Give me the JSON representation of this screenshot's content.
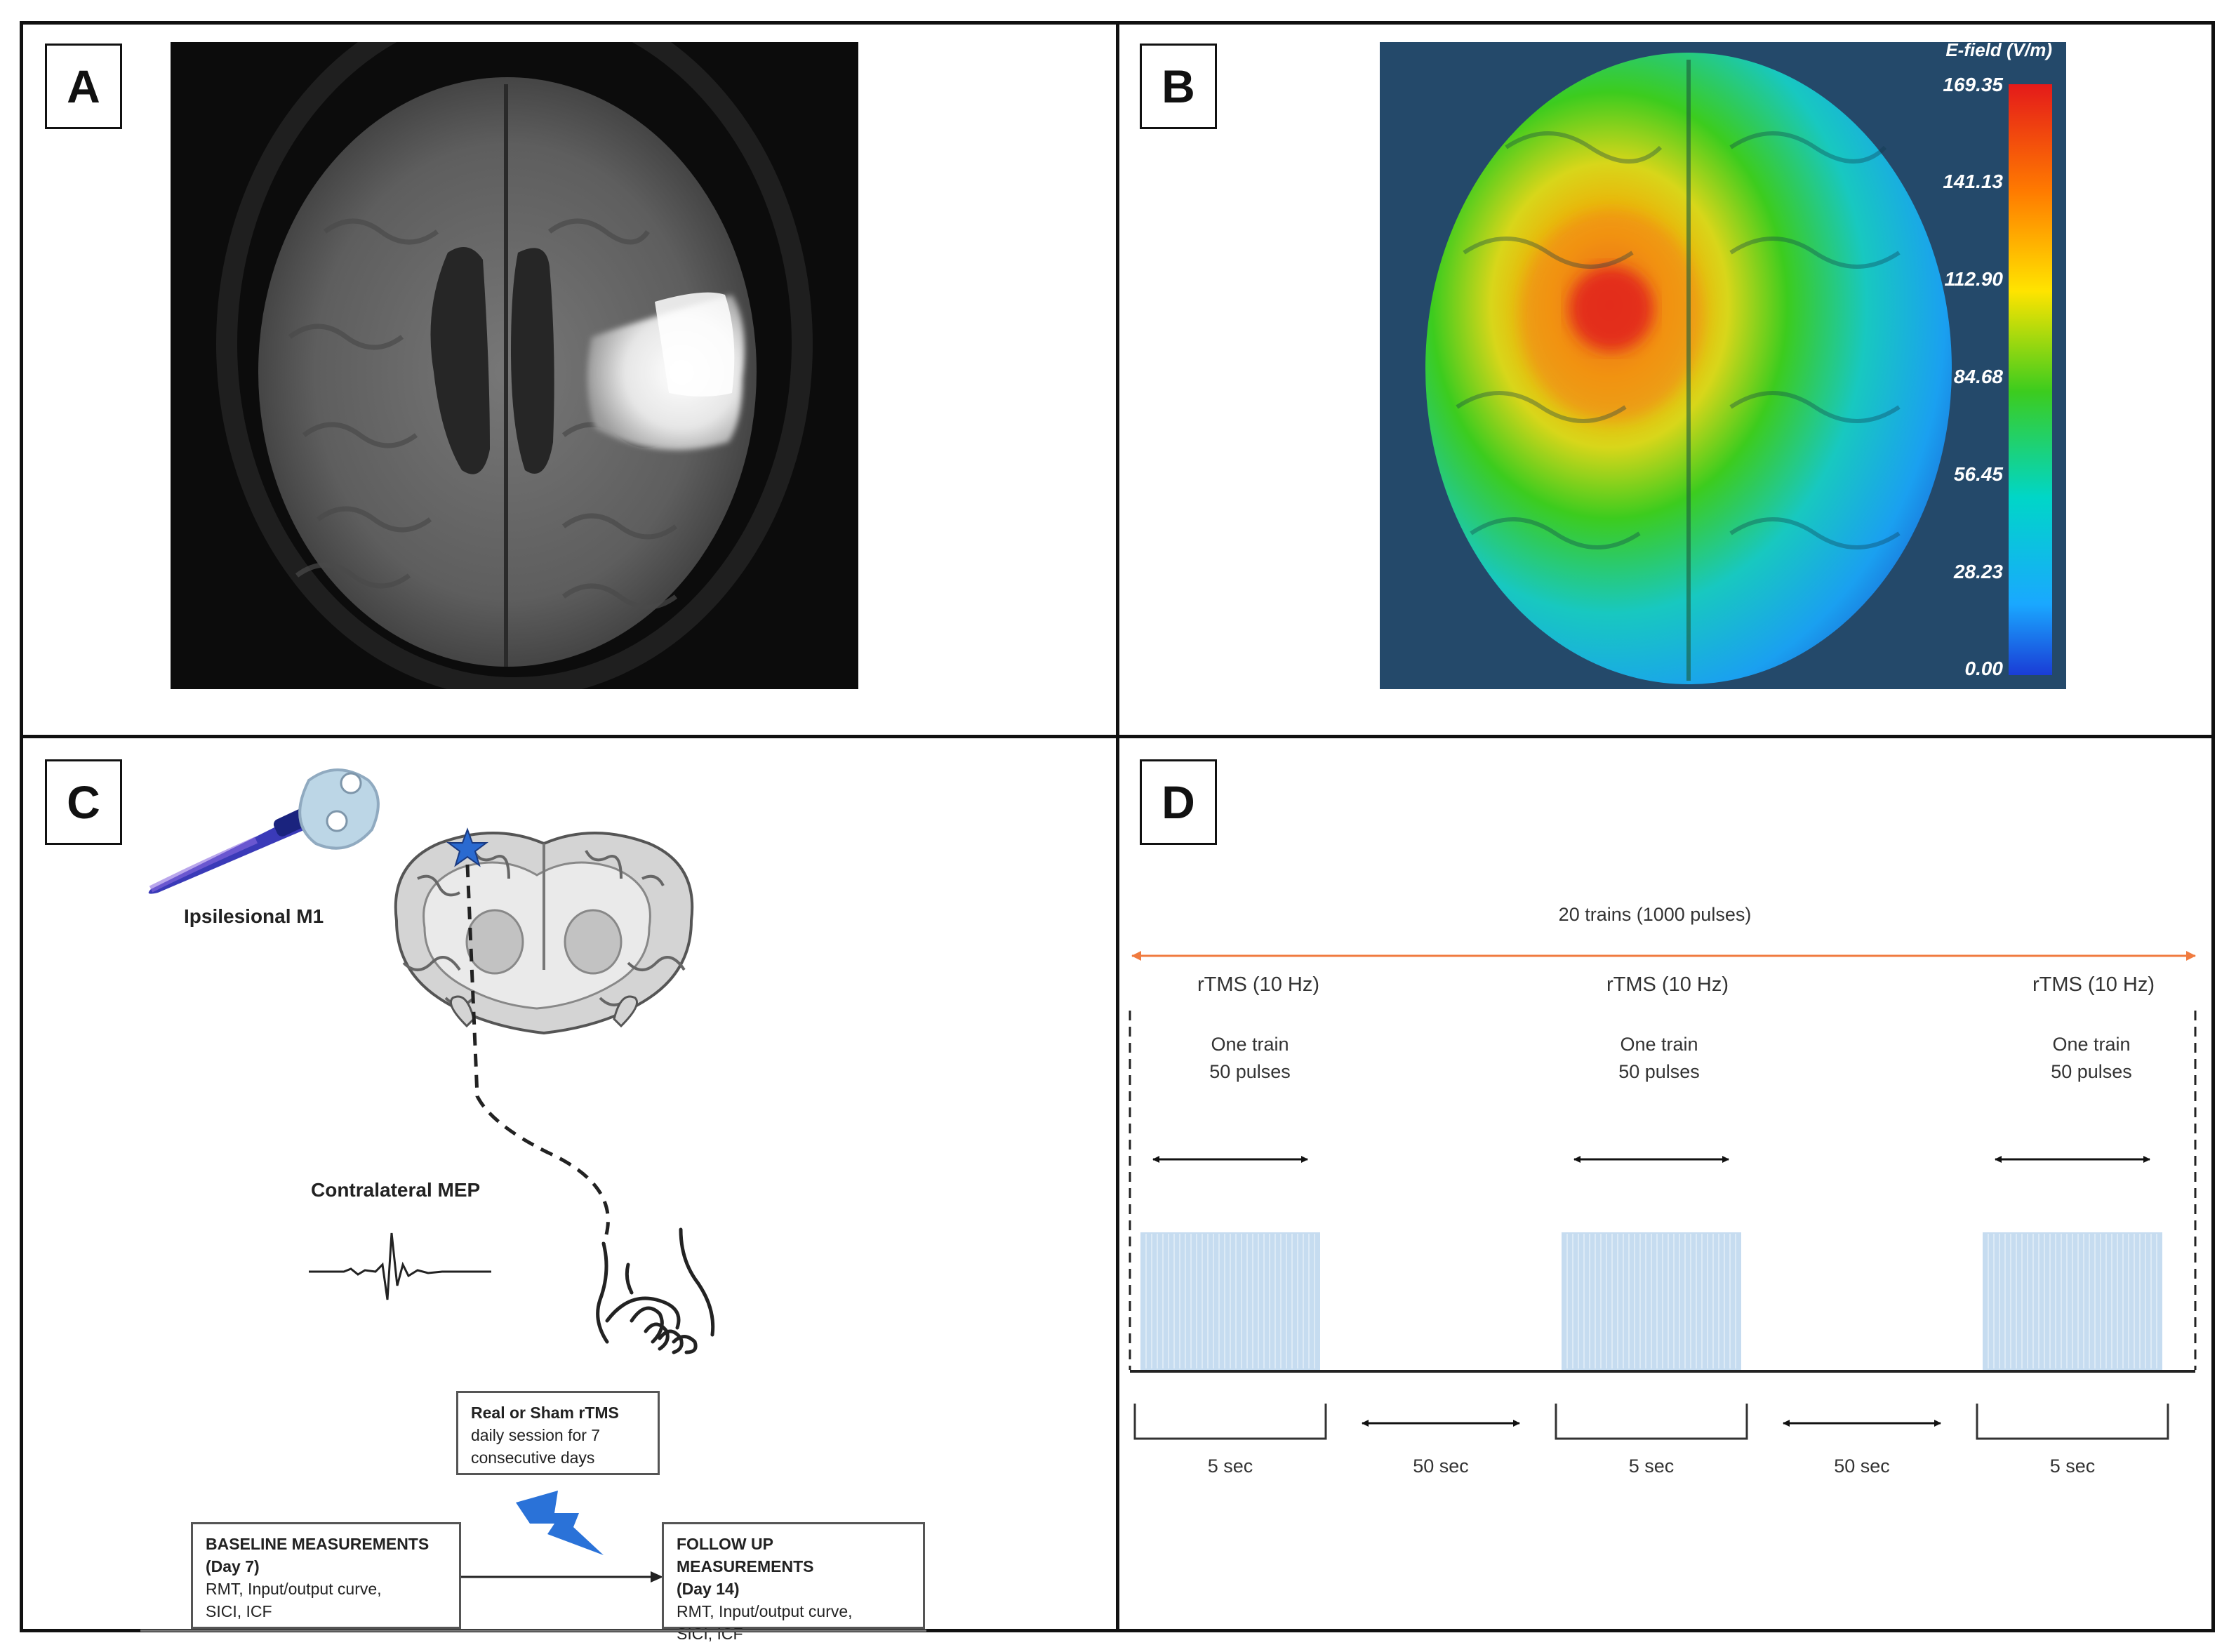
{
  "panels": {
    "a": {
      "letter": "A"
    },
    "b": {
      "letter": "B",
      "colorbar": {
        "title": "E-field (V/m)",
        "ticks": [
          "169.35",
          "141.13",
          "112.90",
          "84.68",
          "56.45",
          "28.23",
          "0.00"
        ],
        "colors": [
          "#e41a1a",
          "#ff7a00",
          "#ffe400",
          "#3ccc1e",
          "#00d6c8",
          "#1aa8ff",
          "#1a3cd6"
        ]
      }
    },
    "c": {
      "letter": "C",
      "label_m1": "Ipsilesional M1",
      "label_mep": "Contralateral MEP",
      "rtms_box": {
        "title": "Real or Sham rTMS",
        "lines": [
          "daily session for 7",
          "consecutive days"
        ]
      },
      "baseline_box": {
        "title": "BASELINE MEASUREMENTS",
        "lines": [
          "(Day 7)",
          "RMT, Input/output curve,",
          "SICI, ICF"
        ]
      },
      "followup_box": {
        "title": "FOLLOW UP MEASUREMENTS",
        "lines": [
          "(Day 14)",
          "RMT, Input/output curve,",
          "SICI, ICF"
        ]
      }
    },
    "d": {
      "letter": "D",
      "total_label": "20 trains (1000 pulses)",
      "train_title": "rTMS (10 Hz)",
      "train_line1": "One train",
      "train_line2": "50 pulses",
      "duration_label": "5 sec",
      "gap_label": "50 sec",
      "colors": {
        "accent": "#f07b3f",
        "train_fill": "#c6dcf0",
        "pulse_line": "#e4eef8"
      }
    }
  }
}
